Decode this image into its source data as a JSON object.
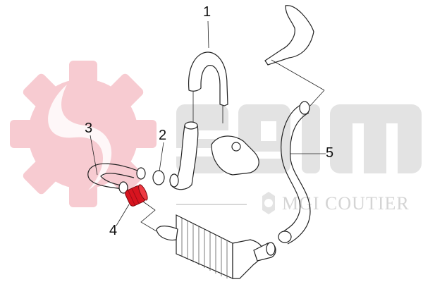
{
  "diagram": {
    "type": "exploded-parts-view",
    "subject": "Intercooler / turbo charge air hose assembly",
    "callouts": [
      {
        "number": "1",
        "part": "upper U-shaped hose"
      },
      {
        "number": "2",
        "part": "coupling sleeve / pipe"
      },
      {
        "number": "3",
        "part": "U-bend hose"
      },
      {
        "number": "4",
        "part": "red sleeve (highlighted)"
      },
      {
        "number": "5",
        "part": "long intercooler outlet hose"
      }
    ],
    "highlight_color": "#d8141f"
  },
  "watermark": {
    "brand_word": "SEIM",
    "company": "MGI COUTIER",
    "gear_color": "#f6c6cc",
    "letters_color": "#e1e1e1"
  }
}
